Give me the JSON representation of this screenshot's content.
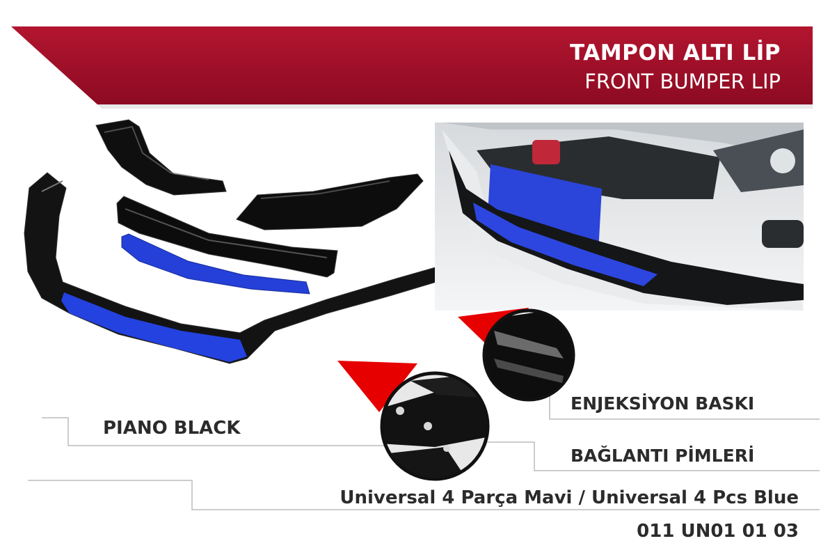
{
  "header": {
    "title_tr": "TAMPON ALTI LİP",
    "title_en": "FRONT BUMPER LIP",
    "banner_color": "#a8102c"
  },
  "features": {
    "finish": "PIANO BLACK",
    "injection": "ENJEKSİYON BASKI",
    "pins": "BAĞLANTI PİMLERİ"
  },
  "product": {
    "name": "Universal 4 Parça Mavi / Universal 4 Pcs Blue",
    "code": "011 UN01 01 03"
  },
  "colors": {
    "accent_red": "#e00000",
    "lip_blue": "#1f3fd6",
    "lip_black": "#111111"
  }
}
